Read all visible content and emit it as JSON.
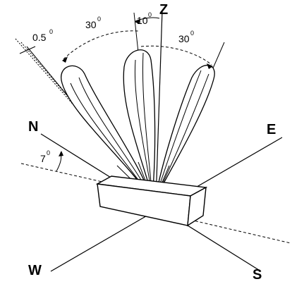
{
  "axes": {
    "z": "Z",
    "north": "N",
    "east": "E",
    "west": "W",
    "south": "S"
  },
  "angles": {
    "ten": "10",
    "thirty_left": "30",
    "thirty_right": "30",
    "half": "0.5",
    "seven": "7",
    "degree_mark": "0"
  }
}
